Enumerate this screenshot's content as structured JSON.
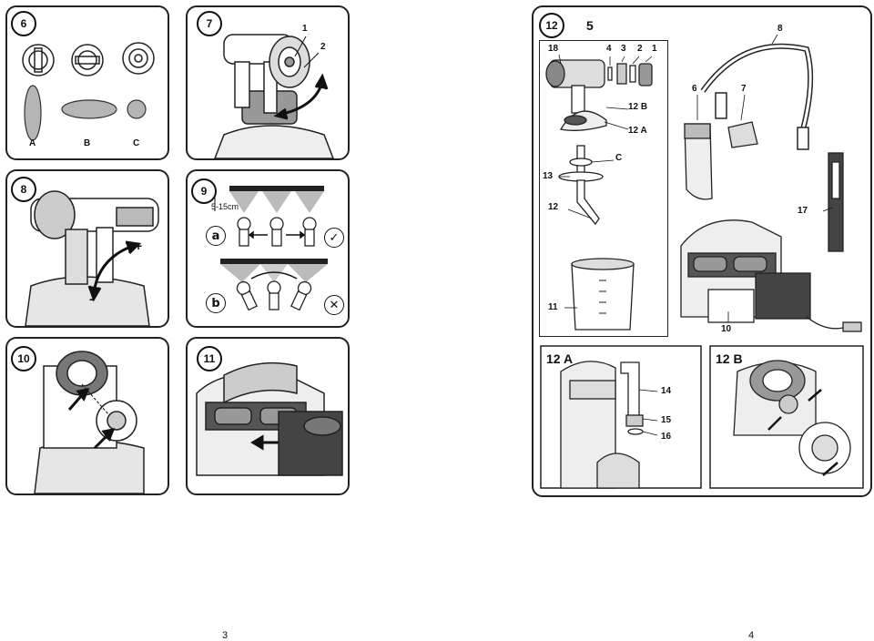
{
  "pages": {
    "left_number": "3",
    "right_number": "4"
  },
  "panel6": {
    "badge": "6",
    "label_a": "A",
    "label_b": "B",
    "label_c": "C"
  },
  "panel7": {
    "badge": "7",
    "callout_1": "1",
    "callout_2": "2"
  },
  "panel8": {
    "badge": "8",
    "plus": "+",
    "minus": "-"
  },
  "panel9": {
    "badge": "9",
    "distance": "5-15cm",
    "label_a": "a",
    "label_b": "b",
    "ok_mark": "✓",
    "wrong_mark": "✕"
  },
  "panel10": {
    "badge": "10"
  },
  "panel11": {
    "badge": "11"
  },
  "panel12": {
    "badge": "12",
    "group": "5",
    "callouts": {
      "c18": "18",
      "c4": "4",
      "c3": "3",
      "c2": "2",
      "c1": "1",
      "c12b": "12 B",
      "c12a": "12 A",
      "cC": "C",
      "c13": "13",
      "c12": "12",
      "c11": "11",
      "c8": "8",
      "c6": "6",
      "c7": "7",
      "c17": "17",
      "c10": "10",
      "c14": "14",
      "c15": "15",
      "c16": "16"
    },
    "sub_a_title": "12 A",
    "sub_b_title": "12 B"
  },
  "icons": [
    "spray-gun-icon",
    "nozzle-cap-icon",
    "spray-pattern-icon",
    "arrow-icon",
    "check-icon",
    "cross-icon",
    "motor-unit-icon",
    "container-icon",
    "strap-icon"
  ]
}
